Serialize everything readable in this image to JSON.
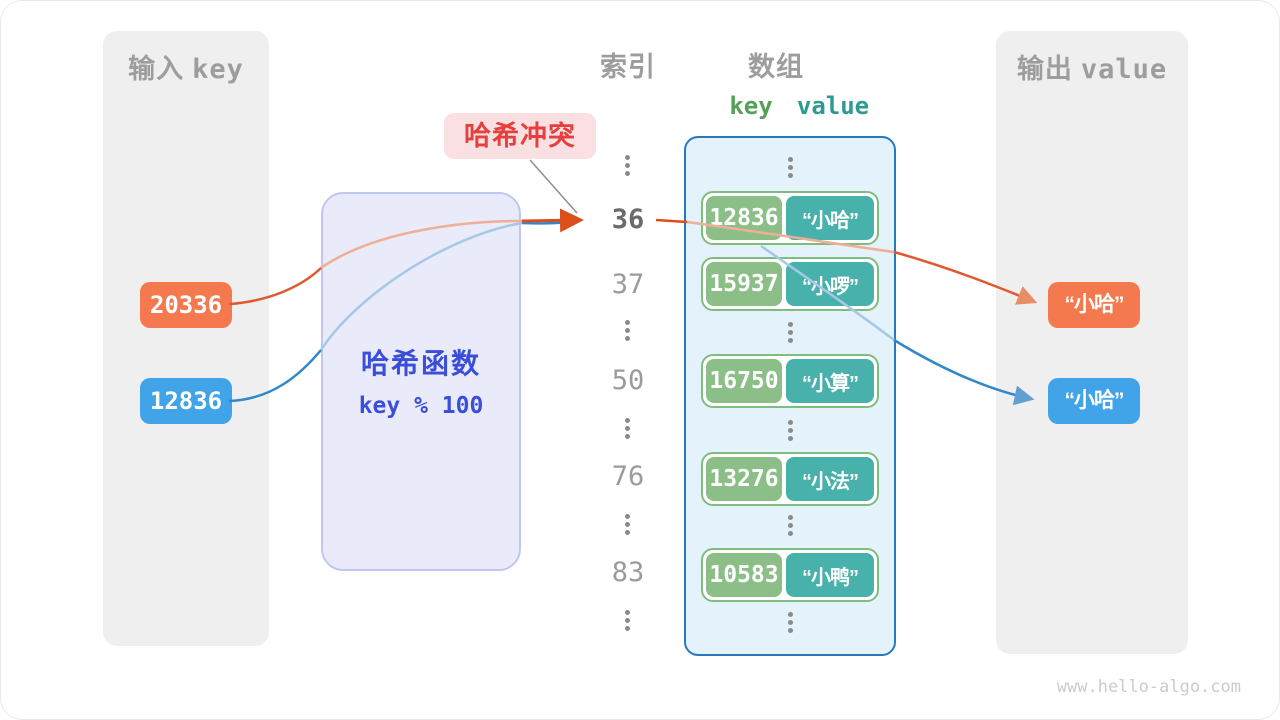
{
  "panels": {
    "input": {
      "title_zh": "输入",
      "title_code": "key"
    },
    "output": {
      "title_zh": "输出",
      "title_code": "value"
    }
  },
  "headers": {
    "index": "索引",
    "array": "数组",
    "key": "key",
    "value": "value"
  },
  "collision_label": "哈希冲突",
  "hash_box": {
    "title": "哈希函数",
    "formula": "key % 100"
  },
  "inputs": [
    {
      "value": "20336",
      "color": "orange"
    },
    {
      "value": "12836",
      "color": "blue"
    }
  ],
  "index_column": {
    "items": [
      {
        "label": "36",
        "highlight": true
      },
      {
        "label": "37",
        "highlight": false
      },
      {
        "label": "50",
        "highlight": false
      },
      {
        "label": "76",
        "highlight": false
      },
      {
        "label": "83",
        "highlight": false
      }
    ]
  },
  "array_box": {
    "pairs": [
      {
        "key": "12836",
        "value": "“小哈”"
      },
      {
        "key": "15937",
        "value": "“小啰”"
      },
      {
        "key": "16750",
        "value": "“小算”"
      },
      {
        "key": "13276",
        "value": "“小法”"
      },
      {
        "key": "10583",
        "value": "“小鸭”"
      }
    ]
  },
  "outputs": [
    {
      "value": "“小哈”",
      "color": "orange"
    },
    {
      "value": "“小哈”",
      "color": "blue"
    }
  ],
  "watermark": "www.hello-algo.com",
  "colors": {
    "orange": "#f4794f",
    "orange_stroke": "#e0592e",
    "orange_faded": "#f0ae96",
    "blue": "#41a3e8",
    "blue_stroke": "#3188c9",
    "blue_faded": "#a5c8e5",
    "green_key": "#8cbf88",
    "teal_value": "#48b1ac",
    "indigo_hash": "#3a4ed9",
    "red_collision": "#e5403e",
    "array_border": "#2878be",
    "panel_gray": "#efefef"
  }
}
